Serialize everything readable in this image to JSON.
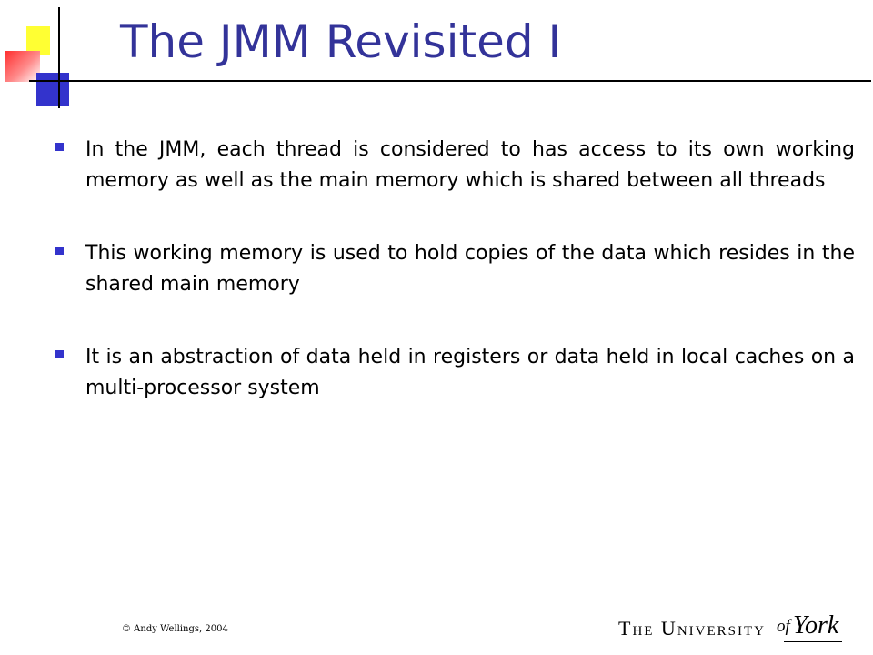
{
  "slide": {
    "title": "The JMM Revisited I",
    "bullets": [
      "In the JMM, each thread is considered to has access to its own working memory as well as the main memory which is shared between all threads",
      "This working memory is used to hold copies of the data which resides in the shared main memory",
      "It is an abstraction of data held in registers or data held in local caches on a multi-processor system"
    ],
    "copyright": "© Andy Wellings, 2004",
    "logo": {
      "main": "The University",
      "of": "of",
      "york": "York"
    }
  },
  "colors": {
    "title": "#333399",
    "bullet": "#3333cc",
    "accent_yellow": "#ffff33",
    "accent_red": "#ff3030",
    "accent_blue": "#3333cc"
  },
  "icons": {
    "bullet": "square-bullet-icon",
    "corner": "corner-squares-decoration"
  }
}
